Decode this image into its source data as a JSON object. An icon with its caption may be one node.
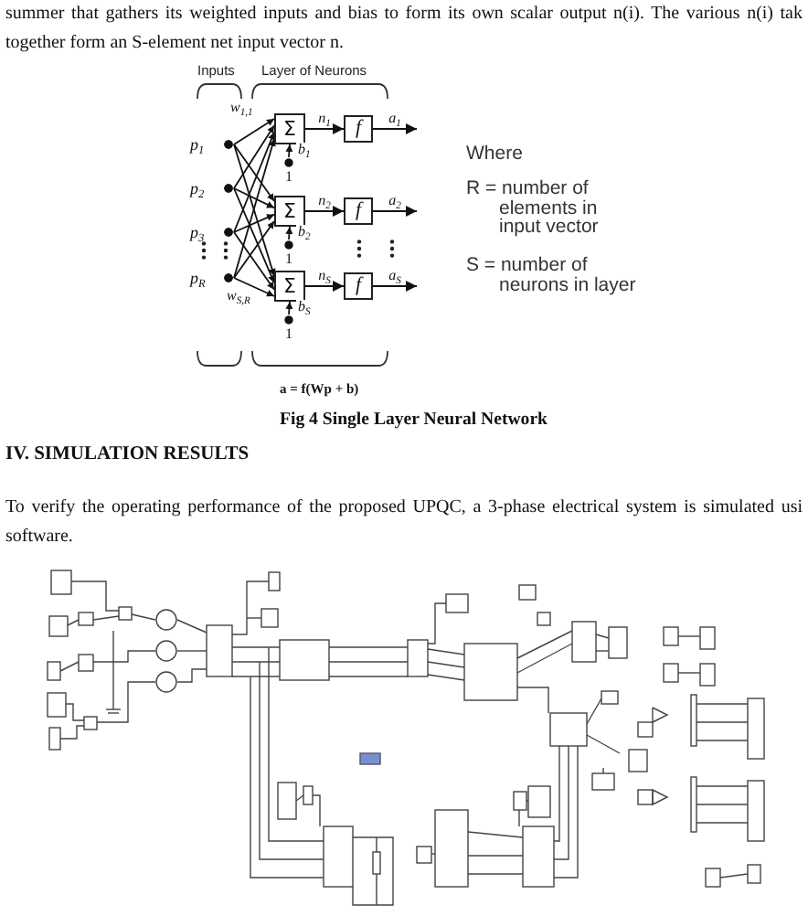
{
  "diagram": {
    "caption": "Fig 4 Single Layer Neural Network",
    "nodes": [
      {
        "text": [
          "p$_{1}$"
        ]
      },
      {
        "text": [
          "p$_{2}$"
        ]
      },
      {
        "text": [
          "p$_{3}$"
        ]
      },
      {
        "text": [
          "p$_{R}$"
        ]
      },
      {
        "text": [
          "Σ"
        ]
      },
      {
        "text": [
          "Σ"
        ]
      },
      {
        "text": [
          "Σ"
        ]
      },
      {
        "text": [
          "f"
        ]
      },
      {
        "text": [
          "f"
        ]
      },
      {
        "text": [
          "f"
        ]
      },
      {
        "text": [
          "1"
        ]
      },
      {
        "text": [
          "1"
        ]
      },
      {
        "text": [
          "1"
        ]
      }
    ],
    "edges": [
      {
        "from": 0,
        "to": 4,
        "arrow": "to",
        "label": "w$_{1,1}$"
      },
      {
        "from": 0,
        "to": 5,
        "arrow": "to"
      },
      {
        "from": 0,
        "to": 6,
        "arrow": "to"
      },
      {
        "from": 1,
        "to": 4,
        "arrow": "to"
      },
      {
        "from": 1,
        "to": 5,
        "arrow": "to"
      },
      {
        "from": 1,
        "to": 6,
        "arrow": "to"
      },
      {
        "from": 2,
        "to": 4,
        "arrow": "to"
      },
      {
        "from": 2,
        "to": 5,
        "arrow": "to"
      },
      {
        "from": 2,
        "to": 6,
        "arrow": "to"
      },
      {
        "from": 3,
        "to": 4,
        "arrow": "to"
      },
      {
        "from": 3,
        "to": 5,
        "arrow": "to"
      },
      {
        "from": 3,
        "to": 6,
        "arrow": "to",
        "label": "w$_{S,R}$"
      },
      {
        "from": 10,
        "to": 4,
        "arrow": "to",
        "label": "b$_{1}$"
      },
      {
        "from": 11,
        "to": 5,
        "arrow": "to",
        "label": "b$_{2}$"
      },
      {
        "from": 12,
        "to": 6,
        "arrow": "to",
        "label": "b$_{S}$"
      },
      {
        "from": 4,
        "to": 7,
        "arrow": "to",
        "label": "n$_{1}$"
      },
      {
        "from": 5,
        "to": 8,
        "arrow": "to",
        "label": "n$_{2}$"
      },
      {
        "from": 6,
        "to": 9,
        "arrow": "to",
        "label": "n$_{S}$"
      },
      {
        "from": 7,
        "to": null,
        "arrow": "to",
        "label": "a$_{1}$"
      },
      {
        "from": 8,
        "to": null,
        "arrow": "to",
        "label": "a$_{2}$"
      },
      {
        "from": 9,
        "to": null,
        "arrow": "to",
        "label": "a$_{S}$"
      }
    ],
    "labels": [
      "summer that gathers its weighted inputs and bias to form its own scalar output n(i). The various n(i) tak together form an S-element net input vector n.",
      "Inputs",
      "Layer of Neurons",
      "Where",
      "R = number of elements in input vector",
      "S = number of neurons in layer",
      "a = f(Wp + b)",
      "IV. SIMULATION RESULTS",
      "To verify the operating performance of the proposed UPQC, a 3-phase electrical system is simulated usi software."
    ]
  }
}
